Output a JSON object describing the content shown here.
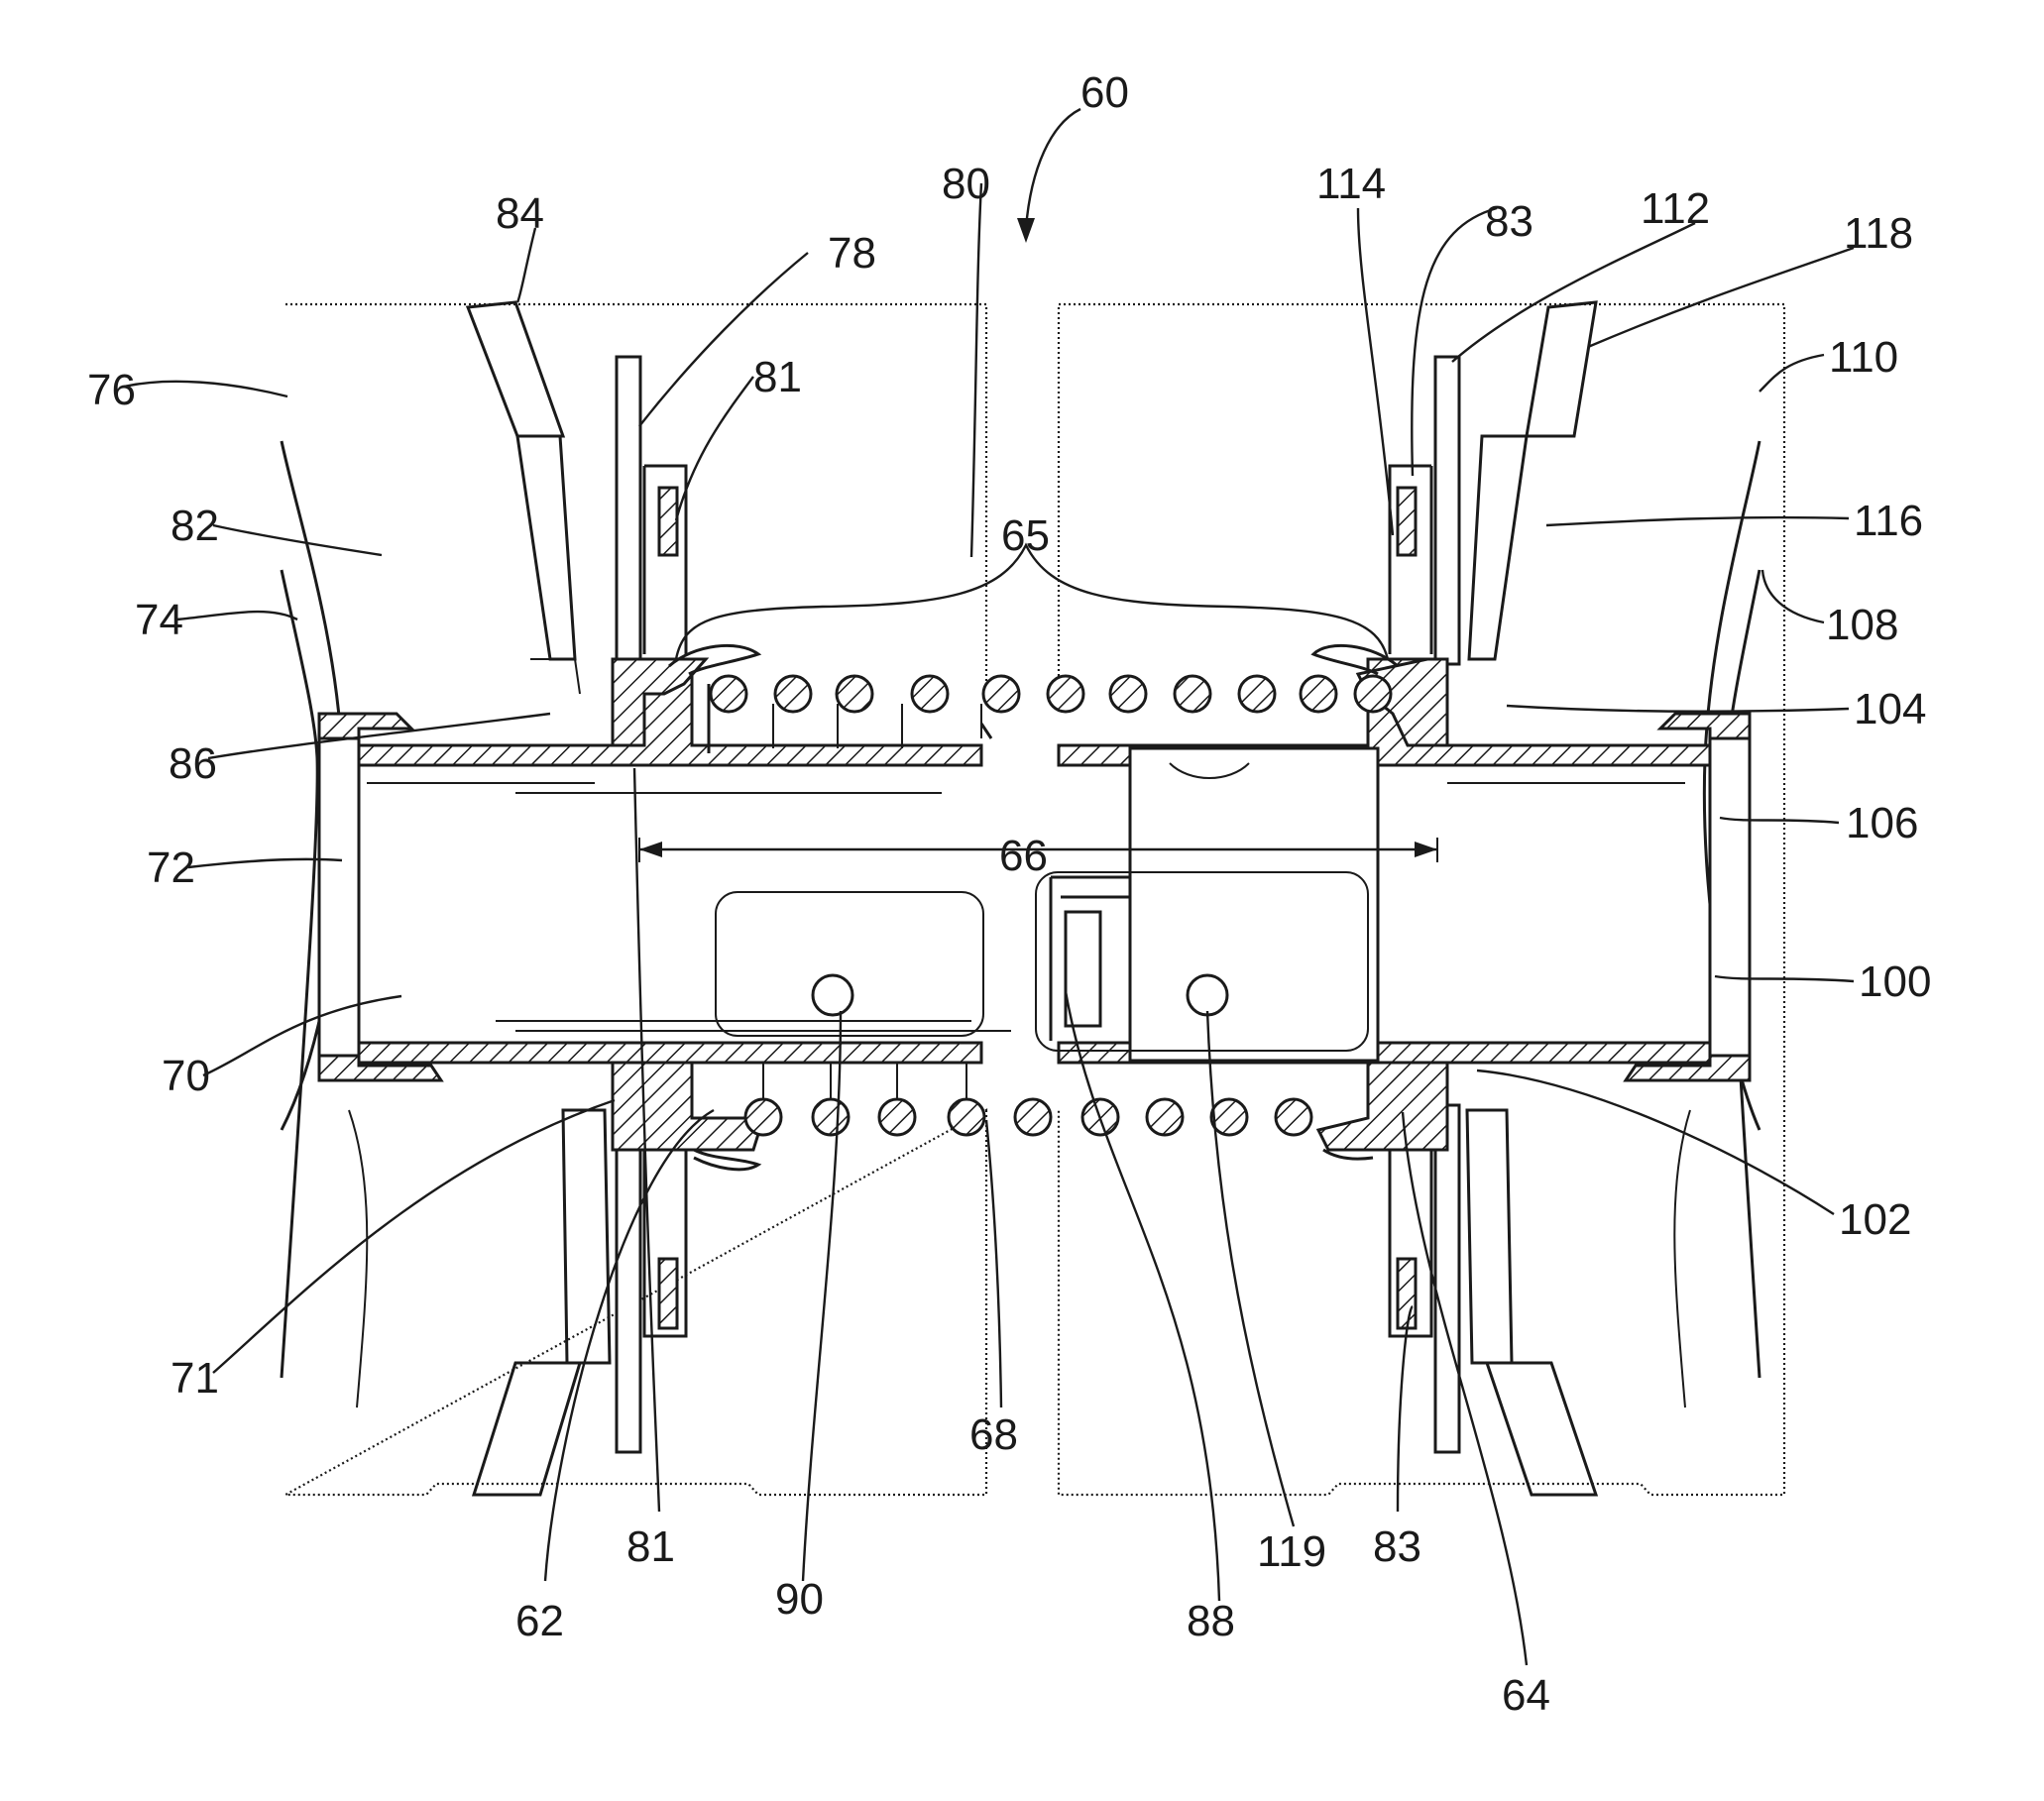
{
  "figure": {
    "assembly_number": "60",
    "dimension_label": "66",
    "brace_label": "65",
    "reference_numerals": [
      {
        "id": "n84",
        "text": "84"
      },
      {
        "id": "n78",
        "text": "78"
      },
      {
        "id": "n80",
        "text": "80"
      },
      {
        "id": "n81a",
        "text": "81"
      },
      {
        "id": "n76",
        "text": "76"
      },
      {
        "id": "n82",
        "text": "82"
      },
      {
        "id": "n74",
        "text": "74"
      },
      {
        "id": "n86",
        "text": "86"
      },
      {
        "id": "n72",
        "text": "72"
      },
      {
        "id": "n70",
        "text": "70"
      },
      {
        "id": "n71",
        "text": "71"
      },
      {
        "id": "n62",
        "text": "62"
      },
      {
        "id": "n81b",
        "text": "81"
      },
      {
        "id": "n90",
        "text": "90"
      },
      {
        "id": "n68",
        "text": "68"
      },
      {
        "id": "n88",
        "text": "88"
      },
      {
        "id": "n119",
        "text": "119"
      },
      {
        "id": "n83b",
        "text": "83"
      },
      {
        "id": "n64",
        "text": "64"
      },
      {
        "id": "n102",
        "text": "102"
      },
      {
        "id": "n100",
        "text": "100"
      },
      {
        "id": "n106",
        "text": "106"
      },
      {
        "id": "n104",
        "text": "104"
      },
      {
        "id": "n108",
        "text": "108"
      },
      {
        "id": "n116",
        "text": "116"
      },
      {
        "id": "n110",
        "text": "110"
      },
      {
        "id": "n118",
        "text": "118"
      },
      {
        "id": "n112",
        "text": "112"
      },
      {
        "id": "n83a",
        "text": "83"
      },
      {
        "id": "n114",
        "text": "114"
      }
    ]
  }
}
